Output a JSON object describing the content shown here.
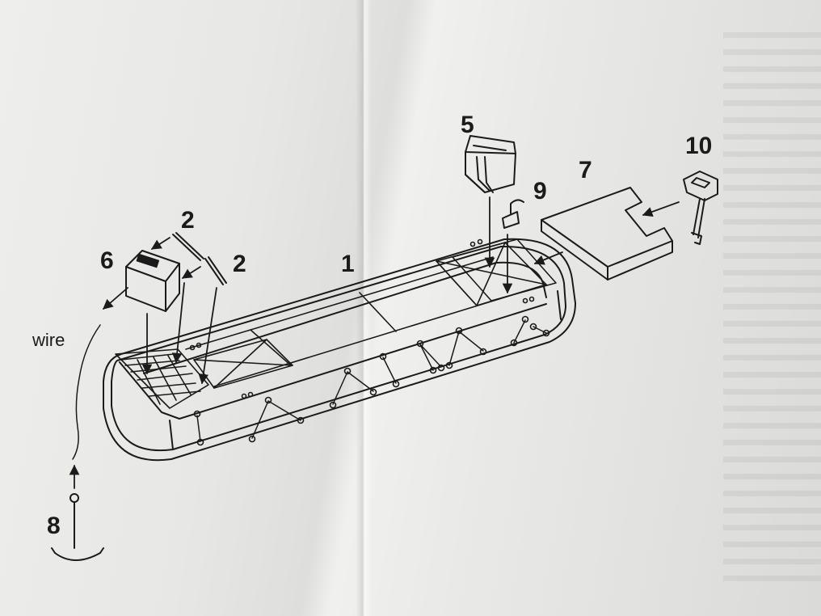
{
  "callouts": {
    "c1": "1",
    "c2a": "2",
    "c2b": "2",
    "c5": "5",
    "c6": "6",
    "c7": "7",
    "c8": "8",
    "c9": "9",
    "c10": "10"
  },
  "wire_label": "wire",
  "colors": {
    "ink": "#1b1b1b",
    "paper": "#e9e9e7"
  }
}
